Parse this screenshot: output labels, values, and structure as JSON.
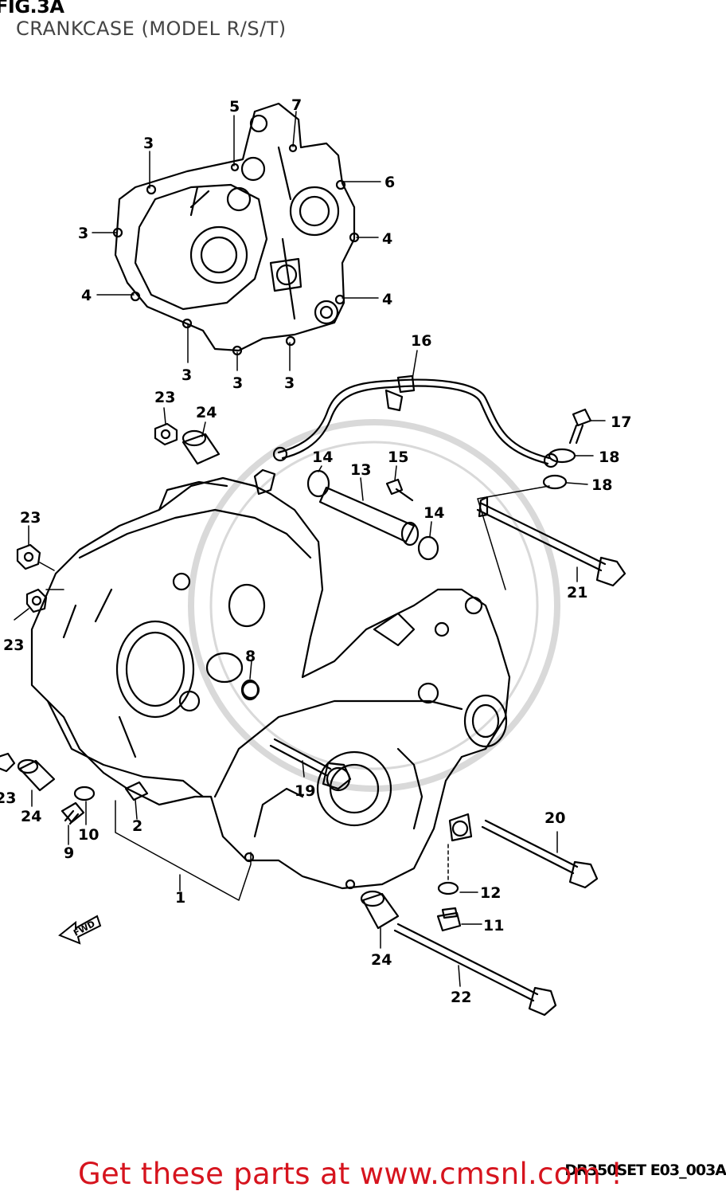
{
  "header": {
    "title": "FIG.3A",
    "subtitle": "CRANKCASE (MODEL R/S/T)"
  },
  "footer": {
    "diagram_code": "DR350SET E03_003A",
    "banner": "Get these parts at www.cmsnl.com !"
  },
  "arrow_label": "FWD",
  "colors": {
    "banner": "#d6141e",
    "line": "#000000",
    "watermark": "#d9d9d9"
  },
  "callouts": {
    "c1": "1",
    "c2": "2",
    "c3": "3",
    "c4": "4",
    "c5": "5",
    "c6": "6",
    "c7": "7",
    "c8": "8",
    "c9": "9",
    "c10": "10",
    "c11": "11",
    "c12": "12",
    "c13": "13",
    "c14": "14",
    "c15": "15",
    "c16": "16",
    "c17": "17",
    "c18": "18",
    "c19": "19",
    "c20": "20",
    "c21": "21",
    "c22": "22",
    "c23": "23",
    "c24": "24"
  }
}
